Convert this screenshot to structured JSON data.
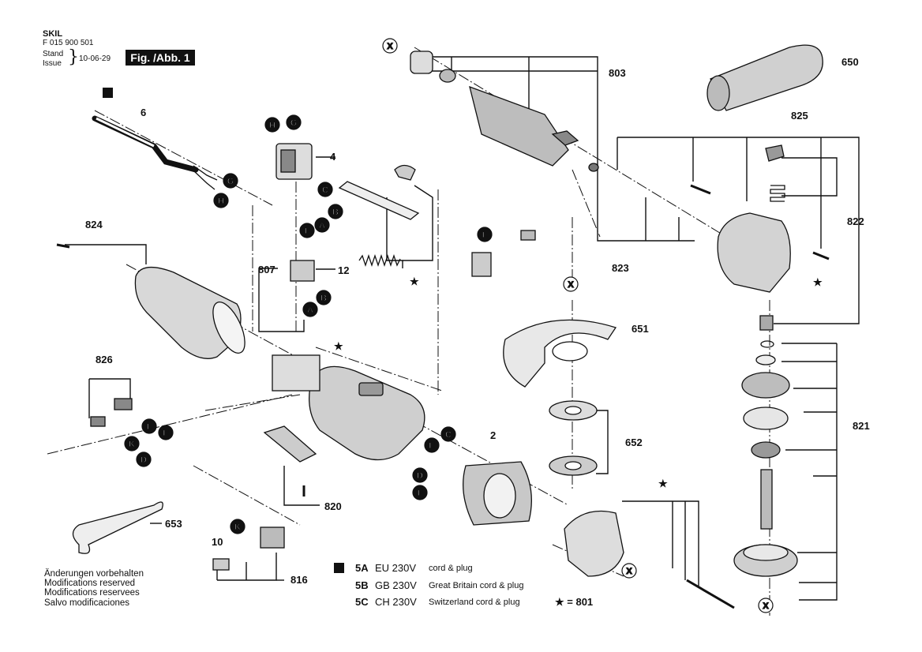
{
  "header": {
    "brand": "SKIL",
    "part_number": "F 015 900 501",
    "stand_label": "Stand",
    "issue_label": "Issue",
    "date": "10-06-29",
    "figure_label": "Fig. /Abb. 1"
  },
  "callouts": {
    "c803": "803",
    "c650": "650",
    "c825": "825",
    "c822": "822",
    "c823": "823",
    "c824": "824",
    "c807": "807",
    "c12": "12",
    "c4": "4",
    "c6": "6",
    "c826": "826",
    "c651": "651",
    "c652": "652",
    "c2": "2",
    "c821": "821",
    "c820": "820",
    "c653": "653",
    "c10": "10",
    "c816": "816"
  },
  "letters": [
    "A",
    "B",
    "C",
    "D",
    "E",
    "F",
    "G",
    "H",
    "K",
    "L",
    "X"
  ],
  "star": "★",
  "footnote": [
    "Änderungen vorbehalten",
    "Modifications reserved",
    "Modifications reservees",
    "Salvo modificaciones"
  ],
  "legend": [
    {
      "code": "5A",
      "country": "EU 230V",
      "desc": "cord & plug"
    },
    {
      "code": "5B",
      "country": "GB 230V",
      "desc": "Great Britain cord & plug"
    },
    {
      "code": "5C",
      "country": "CH 230V",
      "desc": "Switzerland cord & plug"
    }
  ],
  "star_ref": "★ = 801"
}
